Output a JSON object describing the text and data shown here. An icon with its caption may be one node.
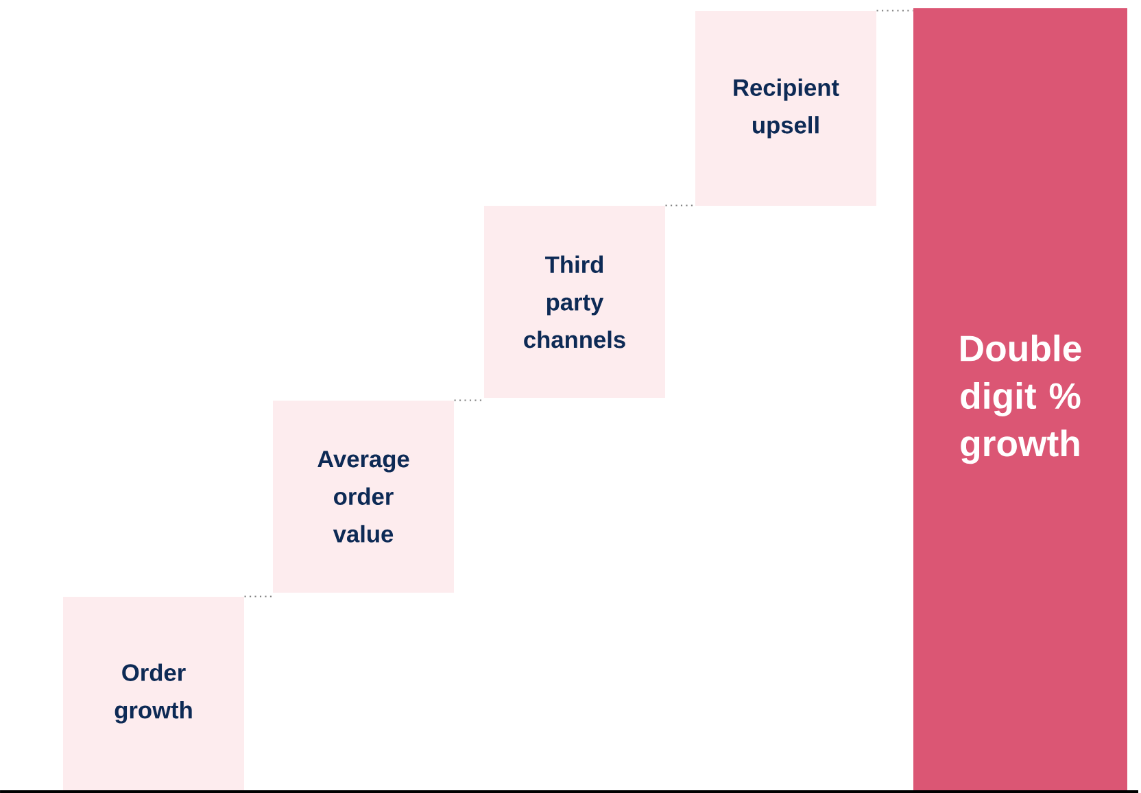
{
  "diagram": {
    "nodes": [
      {
        "text": [
          "Order growth"
        ]
      },
      {
        "text": [
          "Average order value"
        ]
      },
      {
        "text": [
          "Third party channels"
        ]
      },
      {
        "text": [
          "Recipient upsell"
        ]
      },
      {
        "text": [
          "Double digit % growth"
        ]
      }
    ],
    "edges": [
      {
        "from": 0,
        "to": 1,
        "arrow": "none",
        "style": "dashed"
      },
      {
        "from": 1,
        "to": 2,
        "arrow": "none",
        "style": "dashed"
      },
      {
        "from": 2,
        "to": 3,
        "arrow": "none",
        "style": "dashed"
      },
      {
        "from": 3,
        "to": 4,
        "arrow": "none",
        "style": "dashed"
      }
    ]
  }
}
